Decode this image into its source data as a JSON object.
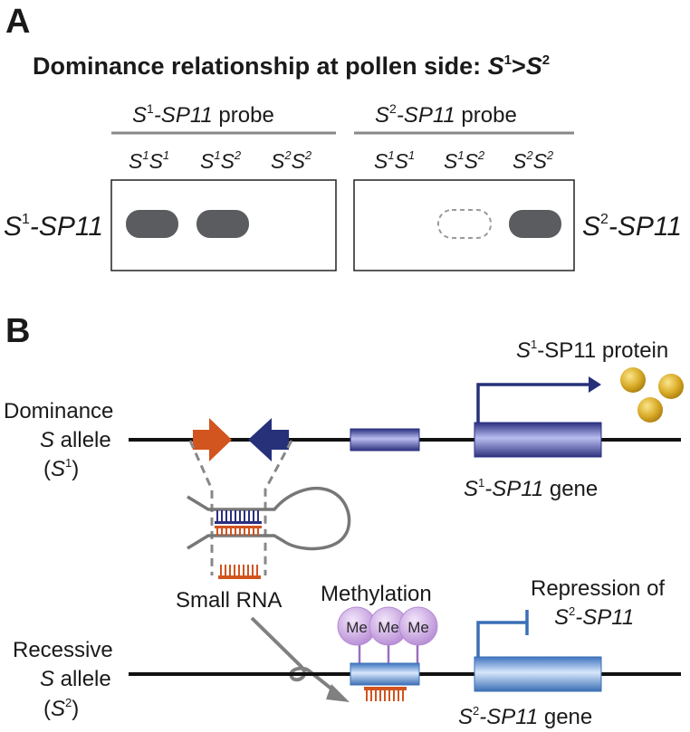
{
  "panel_a": {
    "letter": "A",
    "title_prefix": "Dominance relationship at pollen side: ",
    "title_s": "S",
    "title_sup1": "1",
    "title_gt": ">",
    "title_sup2": "2",
    "probes": [
      {
        "s": "S",
        "sup": "1",
        "gene": "-SP11",
        "word": " probe"
      },
      {
        "s": "S",
        "sup": "2",
        "gene": "-SP11",
        "word": " probe"
      }
    ],
    "genotypes": [
      {
        "a": "1",
        "b": "1"
      },
      {
        "a": "1",
        "b": "2"
      },
      {
        "a": "2",
        "b": "2"
      }
    ],
    "left_label": {
      "s": "S",
      "sup": "1",
      "gene": "-SP11"
    },
    "right_label": {
      "s": "S",
      "sup": "2",
      "gene": "-SP11"
    }
  },
  "panel_b": {
    "letter": "B",
    "dominance": {
      "line1": "Dominance",
      "line2_s": "S",
      "line2_rest": " allele",
      "line3_open": "(",
      "line3_s": "S",
      "line3_sup": "1",
      "line3_close": ")"
    },
    "recessive": {
      "line1": "Recessive",
      "line2_s": "S",
      "line2_rest": " allele",
      "line3_open": "(",
      "line3_s": "S",
      "line3_sup": "2",
      "line3_close": ")"
    },
    "protein": {
      "s": "S",
      "sup": "1",
      "rest": "-SP11 protein"
    },
    "gene1": {
      "s": "S",
      "sup": "1",
      "gene": "-SP11",
      "word": " gene"
    },
    "gene2": {
      "s": "S",
      "sup": "2",
      "gene": "-SP11",
      "word": " gene"
    },
    "small_rna": "Small RNA",
    "methylation": "Methylation",
    "me": [
      "Me",
      "Me",
      "Me"
    ],
    "repression_line1": "Repression of",
    "repression_s": "S",
    "repression_sup": "2",
    "repression_gene": "-SP11"
  },
  "colors": {
    "band": "#5a5c60",
    "orange_arrow": "#d2541f",
    "navy_arrow": "#26317a",
    "gene_dark": "#3a3f8f",
    "gene_light": "#5b8fcf",
    "gold": "#d4a520",
    "me_purple": "#c9a6e0"
  }
}
